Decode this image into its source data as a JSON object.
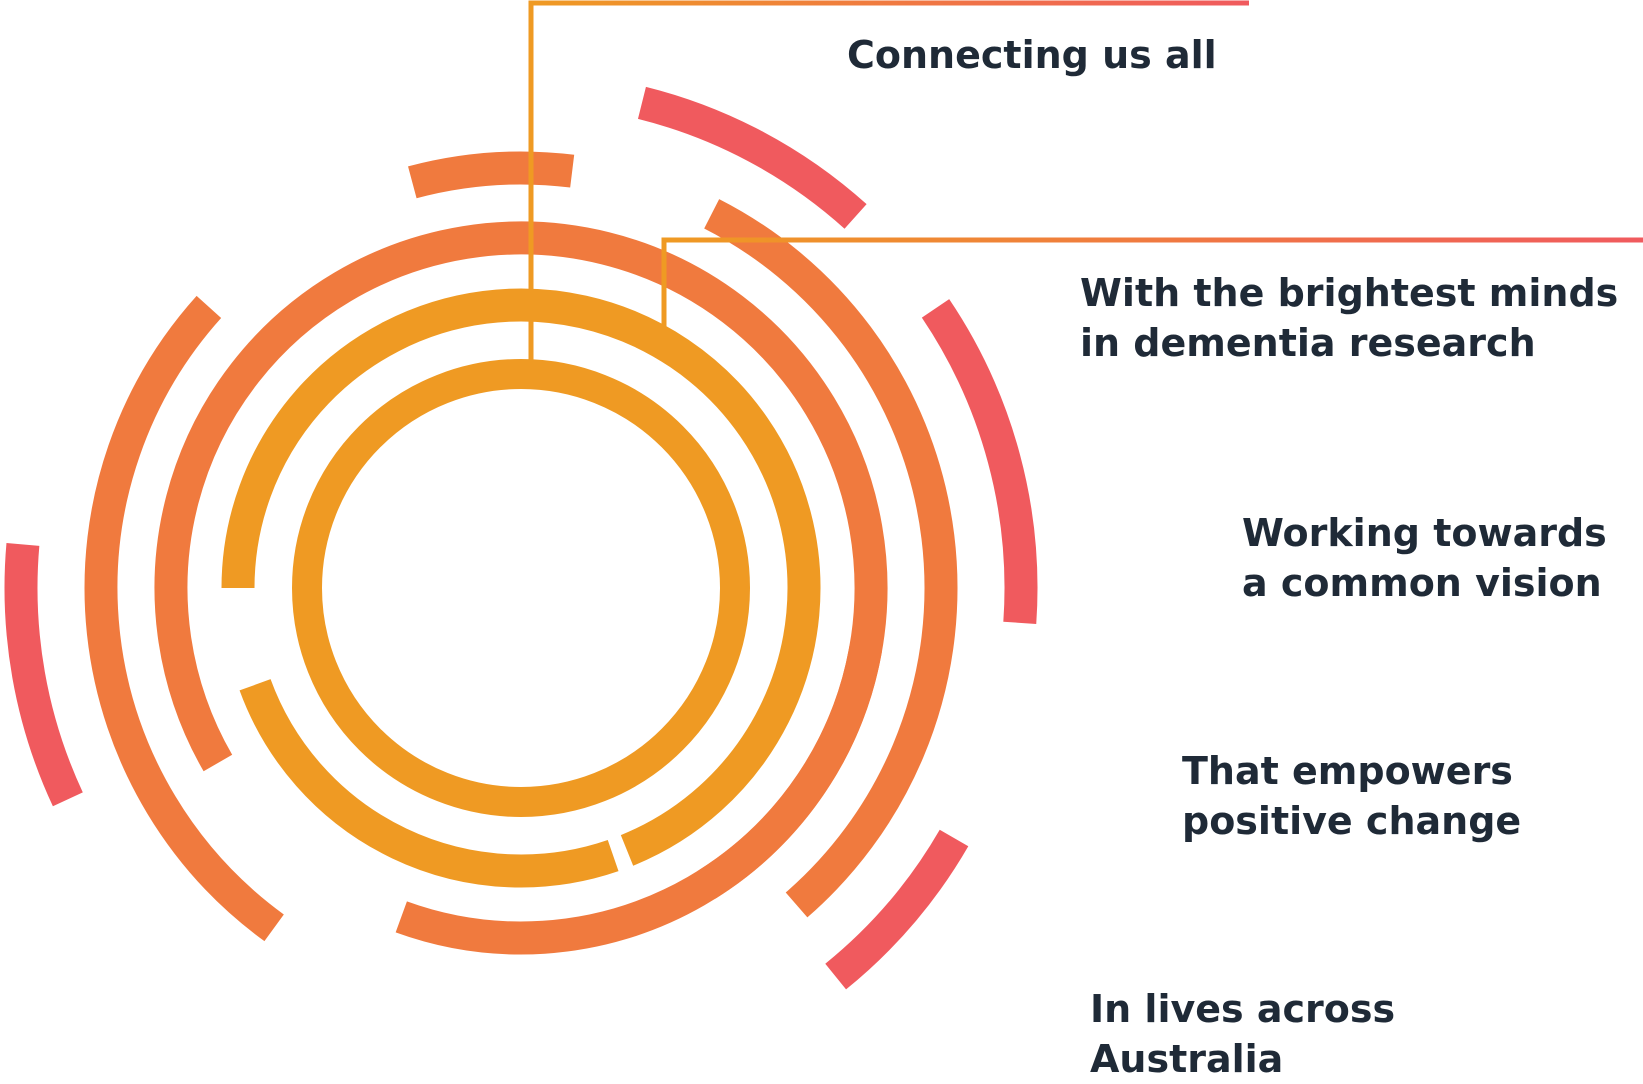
{
  "colors": {
    "text": "#1f2a37",
    "orange": "#ef9a23",
    "coral": "#f05a5e",
    "mid": "#f07a3e"
  },
  "labels": {
    "connecting": {
      "line1": "Connecting us all"
    },
    "brightest": {
      "line1": "With the brightest minds",
      "line2": "in dementia research"
    },
    "working": {
      "line1": "Working towards",
      "line2": "a common vision"
    },
    "empowers": {
      "line1": "That empowers",
      "line2": "positive change"
    },
    "lives": {
      "line1": "In lives across",
      "line2": "Australia"
    }
  }
}
